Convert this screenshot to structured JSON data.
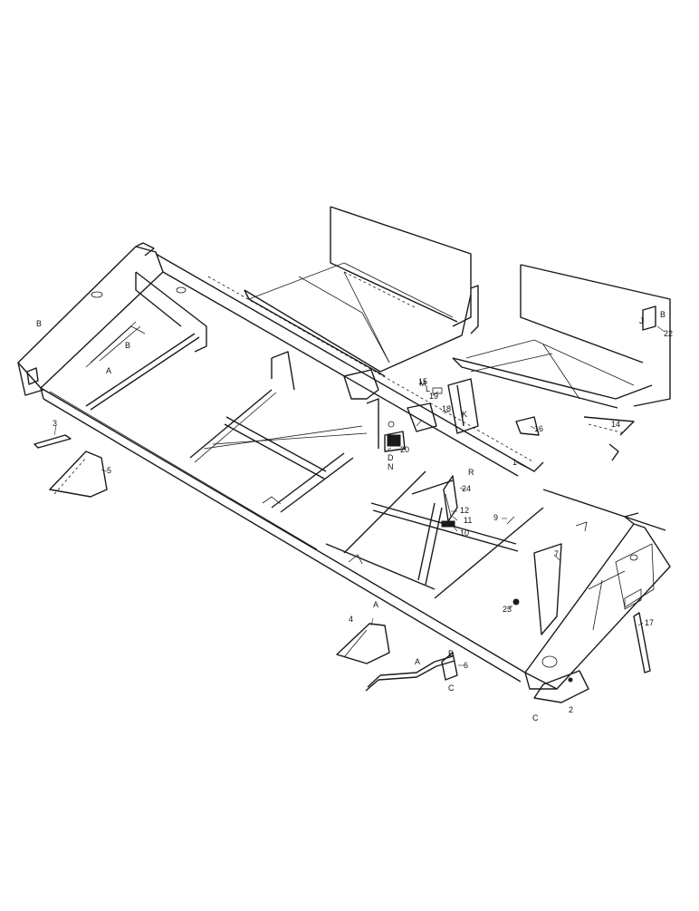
{
  "callouts": {
    "c1": "1",
    "c2": "2",
    "c3": "3",
    "c4": "4",
    "c5": "5",
    "c6": "6",
    "c7": "7",
    "c9": "9",
    "c10": "10",
    "c11": "11",
    "c12": "12",
    "c14": "14",
    "c15": "15",
    "c16": "16",
    "c17": "17",
    "c18": "18",
    "c19": "19",
    "c20": "20",
    "c22": "22",
    "c23": "23",
    "c24": "24"
  },
  "letters": {
    "A": "A",
    "B": "B",
    "C": "C",
    "D": "D",
    "J": "J",
    "K": "K",
    "L": "L",
    "M": "M",
    "N": "N",
    "R": "R"
  }
}
